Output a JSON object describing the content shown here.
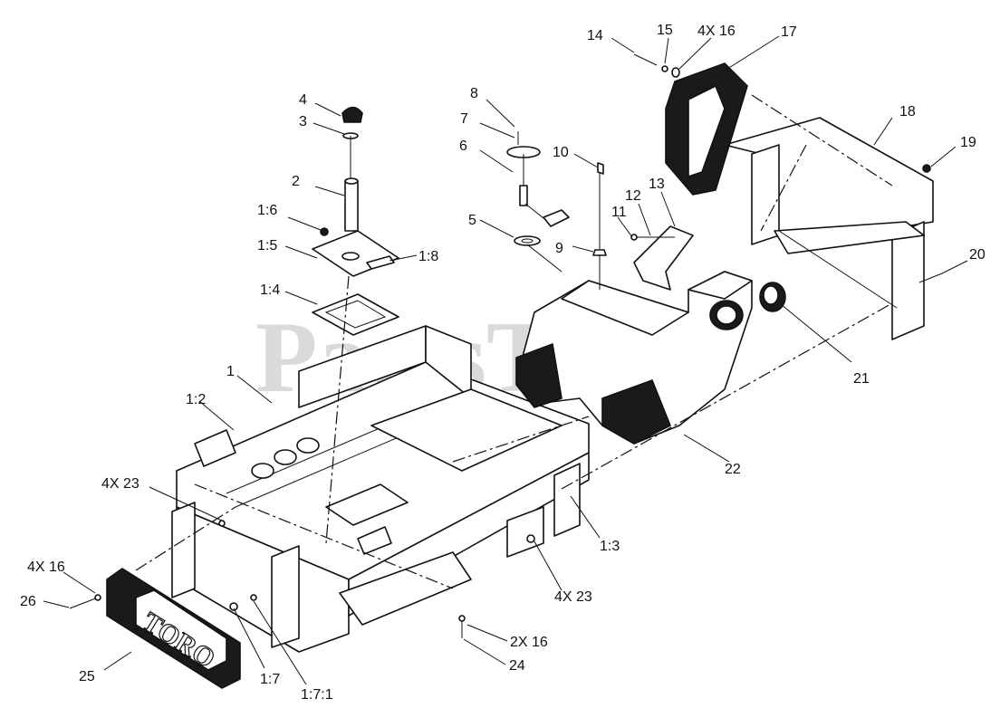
{
  "watermark": "PartsTree",
  "logo_text": "TORO",
  "callouts": [
    {
      "id": "c14",
      "text": "14"
    },
    {
      "id": "c15",
      "text": "15"
    },
    {
      "id": "c4x16a",
      "text": "4X 16"
    },
    {
      "id": "c17",
      "text": "17"
    },
    {
      "id": "c18",
      "text": "18"
    },
    {
      "id": "c19",
      "text": "19"
    },
    {
      "id": "c20",
      "text": "20"
    },
    {
      "id": "c21",
      "text": "21"
    },
    {
      "id": "c22",
      "text": "22"
    },
    {
      "id": "c13",
      "text": "13"
    },
    {
      "id": "c12",
      "text": "12"
    },
    {
      "id": "c11",
      "text": "11"
    },
    {
      "id": "c10",
      "text": "10"
    },
    {
      "id": "c9",
      "text": "9"
    },
    {
      "id": "c8",
      "text": "8"
    },
    {
      "id": "c7",
      "text": "7"
    },
    {
      "id": "c6",
      "text": "6"
    },
    {
      "id": "c5",
      "text": "5"
    },
    {
      "id": "c4",
      "text": "4"
    },
    {
      "id": "c3",
      "text": "3"
    },
    {
      "id": "c2",
      "text": "2"
    },
    {
      "id": "c1_6",
      "text": "1:6"
    },
    {
      "id": "c1_5",
      "text": "1:5"
    },
    {
      "id": "c1_8",
      "text": "1:8"
    },
    {
      "id": "c1_4",
      "text": "1:4"
    },
    {
      "id": "c1",
      "text": "1"
    },
    {
      "id": "c1_2",
      "text": "1:2"
    },
    {
      "id": "c4x23a",
      "text": "4X 23"
    },
    {
      "id": "c1_3",
      "text": "1:3"
    },
    {
      "id": "c4x23b",
      "text": "4X 23"
    },
    {
      "id": "c2x16",
      "text": "2X 16"
    },
    {
      "id": "c24",
      "text": "24"
    },
    {
      "id": "c4x16b",
      "text": "4X 16"
    },
    {
      "id": "c26",
      "text": "26"
    },
    {
      "id": "c25",
      "text": "25"
    },
    {
      "id": "c1_7",
      "text": "1:7"
    },
    {
      "id": "c1_7_1",
      "text": "1:7:1"
    }
  ]
}
